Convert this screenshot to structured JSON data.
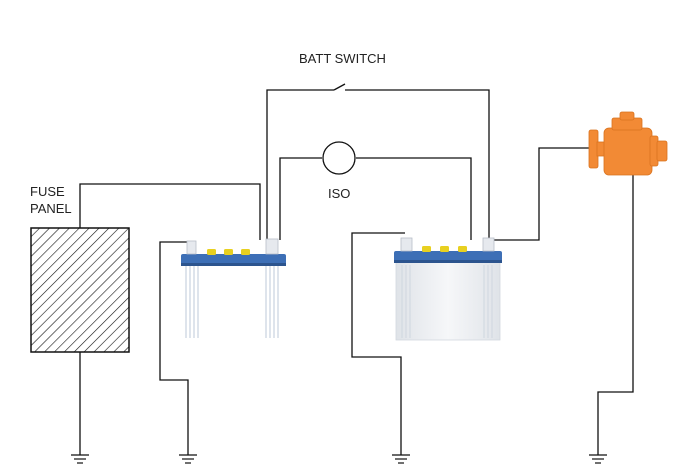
{
  "labels": {
    "batt_switch": "BATT SWITCH",
    "iso": "ISO",
    "fuse_panel_line1": "FUSE",
    "fuse_panel_line2": "PANEL"
  },
  "colors": {
    "wire": "#111111",
    "battery_top": "#3d6fb6",
    "battery_terminal_cap": "#e8d020",
    "battery_body": "#eef0f3",
    "engine": "#f28a35",
    "fuse_hatch": "#111111"
  },
  "icons": {
    "engine": "engine-icon",
    "ground": "ground-symbol",
    "battery": "battery-icon"
  }
}
